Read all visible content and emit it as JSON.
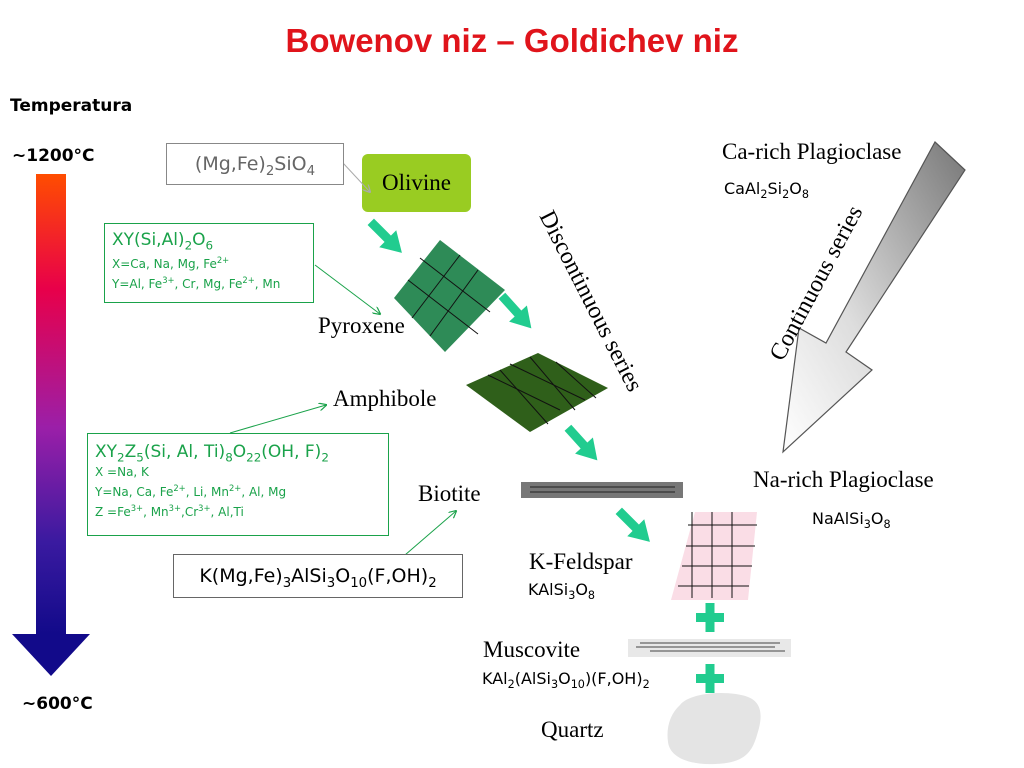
{
  "title": "Bowenov niz – Goldichev niz",
  "temperature": {
    "label": "Temperatura",
    "high": "~1200°C",
    "low": "~600°C"
  },
  "series": {
    "discontinuous": "Discontinuous series",
    "continuous": "Continuous series"
  },
  "minerals": {
    "olivine": "Olivine",
    "pyroxene": "Pyroxene",
    "amphibole": "Amphibole",
    "biotite": "Biotite",
    "kfeldspar": "K-Feldspar",
    "muscovite": "Muscovite",
    "quartz": "Quartz",
    "ca_plag": "Ca-rich Plagioclase",
    "na_plag": "Na-rich Plagioclase"
  },
  "formulas": {
    "olivine": {
      "a": "(Mg,Fe)",
      "b": "2",
      "c": "SiO",
      "d": "4"
    },
    "pyroxene": {
      "m1": "XY(Si,Al)",
      "m2": "2",
      "m3": "O",
      "m4": "6",
      "x1": "X=Ca, Na, Mg, Fe",
      "x2": "2+",
      "y1": "Y=Al, Fe",
      "y2": "3+",
      "y3": ", Cr, Mg, Fe",
      "y4": "2+",
      "y5": ", Mn"
    },
    "amphibole": {
      "m1": "XY",
      "m2": "2",
      "m3": "Z",
      "m4": "5",
      "m5": "(Si, Al, Ti)",
      "m6": "8",
      "m7": "O",
      "m8": "22",
      "m9": "(OH, F)",
      "m10": "2",
      "x": "X =Na, K",
      "y1": "Y=Na, Ca, Fe",
      "y2": "2+",
      "y3": ", Li, Mn",
      "y4": "2+",
      "y5": ", Al, Mg",
      "z1": "Z =Fe",
      "z2": "3+",
      "z3": ", Mn",
      "z4": "3+",
      "z5": ",Cr",
      "z6": "3+",
      "z7": ", Al,Ti"
    },
    "biotite": {
      "a": "K(Mg,Fe)",
      "b": "3",
      "c": "AlSi",
      "d": "3",
      "e": "O",
      "f": "10",
      "g": "(F,OH)",
      "h": "2"
    },
    "ca_plag": {
      "a": "CaAl",
      "b": "2",
      "c": "Si",
      "d": "2",
      "e": "O",
      "f": "8"
    },
    "na_plag": {
      "a": "NaAlSi",
      "b": "3",
      "c": "O",
      "d": "8"
    },
    "kfeldspar": {
      "a": "KAlSi",
      "b": "3",
      "c": "O",
      "d": "8"
    },
    "muscovite": {
      "a": "KAl",
      "b": "2",
      "c": "(AlSi",
      "d": "3",
      "e": "O",
      "f": "10",
      "g": ")(F,OH)",
      "h": "2"
    }
  },
  "colors": {
    "title": "#e0141b",
    "olivine": "#99cc22",
    "pyroxene": "#2e8b57",
    "amphibole": "#2f5f1a",
    "arrow": "#21cc8f",
    "green_text": "#1aa24a",
    "kfeldspar": "#fadde6"
  }
}
